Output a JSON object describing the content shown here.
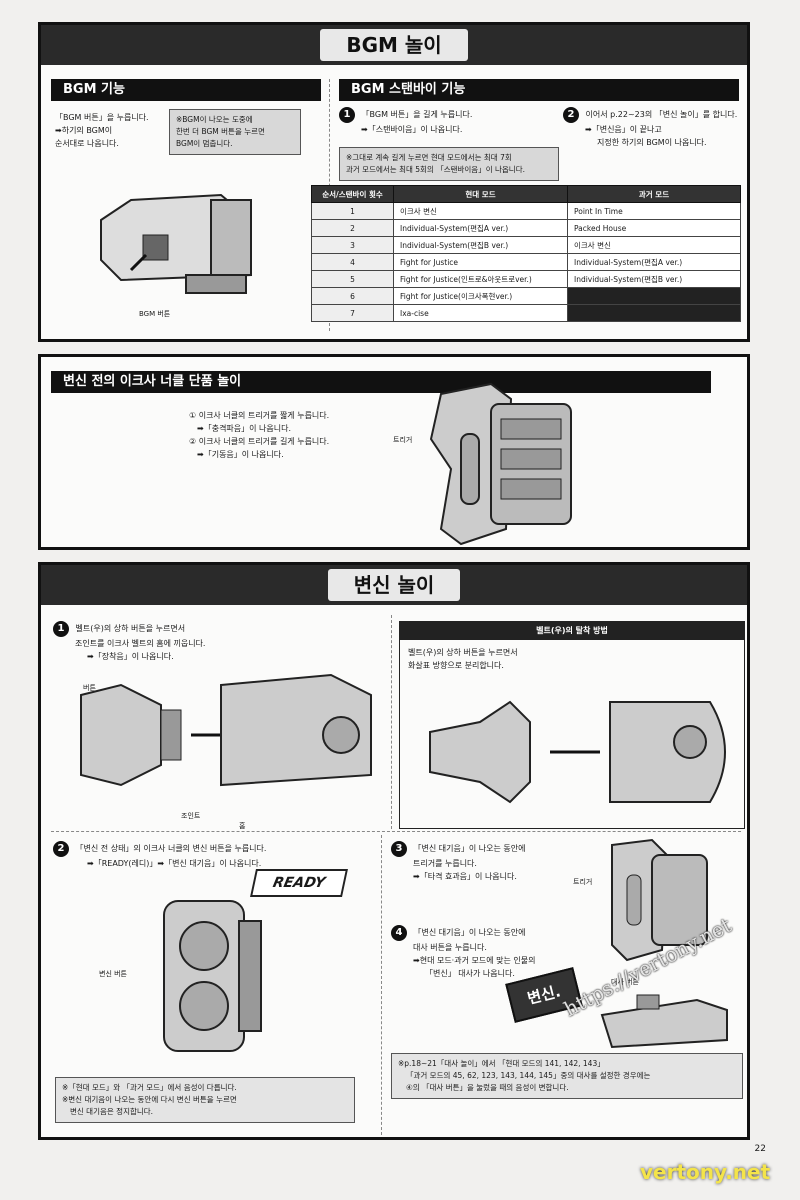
{
  "section1": {
    "title": "BGM 놀이",
    "bgm_func": {
      "header": "BGM 기능",
      "line1": "「BGM 버튼」을 누릅니다.",
      "line2": "➡하기의 BGM이",
      "line3": "순서대로 나옵니다.",
      "note": [
        "※BGM이 나오는 도중에",
        "한번 더 BGM 버튼을 누르면",
        "BGM이 멈춥니다."
      ],
      "button_label": "BGM 버튼"
    },
    "standby": {
      "header": "BGM 스탠바이 기능",
      "step1": [
        "「BGM 버튼」을 길게 누릅니다.",
        "➡「스탠바이음」이 나옵니다."
      ],
      "step1_num": "1",
      "step2_num": "2",
      "step2": [
        "이어서 p.22~23의 「변신 놀이」를 합니다.",
        "➡「변신음」이 끝나고",
        "지정한 하기의 BGM이 나옵니다."
      ],
      "note": [
        "※그대로 계속 길게 누르면 현대 모드에서는 최대 7회",
        "과거 모드에서는 최대 5회의 「스탠바이음」이 나옵니다."
      ]
    },
    "table": {
      "headers": [
        "순서/스탠바이 횟수",
        "현대 모드",
        "과거 모드"
      ],
      "rows": [
        [
          "1",
          "이크사 변신",
          "Point In Time"
        ],
        [
          "2",
          "Individual-System(편집A ver.)",
          "Packed House"
        ],
        [
          "3",
          "Individual-System(편집B ver.)",
          "이크사 변신"
        ],
        [
          "4",
          "Fight for Justice",
          "Individual-System(편집A ver.)"
        ],
        [
          "5",
          "Fight for Justice(인트로&아웃트로ver.)",
          "Individual-System(편집B ver.)"
        ],
        [
          "6",
          "Fight for Justice(이크사폭현ver.)",
          ""
        ],
        [
          "7",
          "Ixa-cise",
          ""
        ]
      ]
    }
  },
  "section2": {
    "header": "변신 전의 이크사 너클 단품 놀이",
    "lines": [
      "① 이크사 너클의 트리거를 짧게 누릅니다.",
      "➡「충격파음」이 나옵니다.",
      "② 이크사 너클의 트리거를 길게 누릅니다.",
      "➡「기동음」이 나옵니다."
    ],
    "trigger_label": "트리거"
  },
  "section3": {
    "title": "변신 놀이",
    "step1_num": "1",
    "step1": [
      "벨트(우)의 상하 버튼을 누르면서",
      "조인트를 이크사 벨트의 홈에 끼웁니다.",
      "➡「장착음」이 나옵니다."
    ],
    "labels": {
      "button": "버튼",
      "joint": "조인트",
      "groove": "홈"
    },
    "detach": {
      "header": "벨트(우)의 탈착 방법",
      "lines": [
        "벨트(우)의 상하 버튼을 누르면서",
        "화살표 방향으로 분리합니다."
      ]
    },
    "step2_num": "2",
    "step2": [
      "「변신 전 상태」의 이크사 너클의 변신 버튼을 누릅니다.",
      "➡「READY(레디)」➡「변신 대기음」이 나옵니다."
    ],
    "ready_text": "READY",
    "henshin_button": "변신 버튼",
    "step2_note": [
      "※「현대 모드」와 「과거 모드」에서 음성이 다릅니다.",
      "※변신 대기음이 나오는 동안에 다시 변신 버튼을 누르면",
      "변신 대기음은 정지합니다."
    ],
    "step3_num": "3",
    "step3": [
      "「변신 대기음」이 나오는 동안에",
      "트리거를 누릅니다.",
      "➡「타격 효과음」이 나옵니다."
    ],
    "trigger_label": "트리거",
    "step4_num": "4",
    "step4": [
      "「변신 대기음」이 나오는 동안에",
      "대사 버튼을 누릅니다.",
      "➡현대 모드·과거 모드에 맞는 인물의",
      "「변신」 대사가 나옵니다."
    ],
    "henshin_bubble": "변신.",
    "line_button": "대사 버튼",
    "ref_note": [
      "※p.18~21「대사 놀이」에서 「현대 모드의 141, 142, 143」",
      "「과거 모드의 45, 62, 123, 143, 144, 145」중의 대사를 설정한 경우에는",
      "④의 「대사 버튼」을 눌렀을 때의 음성이 변합니다."
    ]
  },
  "page_number": "22",
  "watermark": {
    "url": "https://vertony.net",
    "site": "vertony.net"
  }
}
